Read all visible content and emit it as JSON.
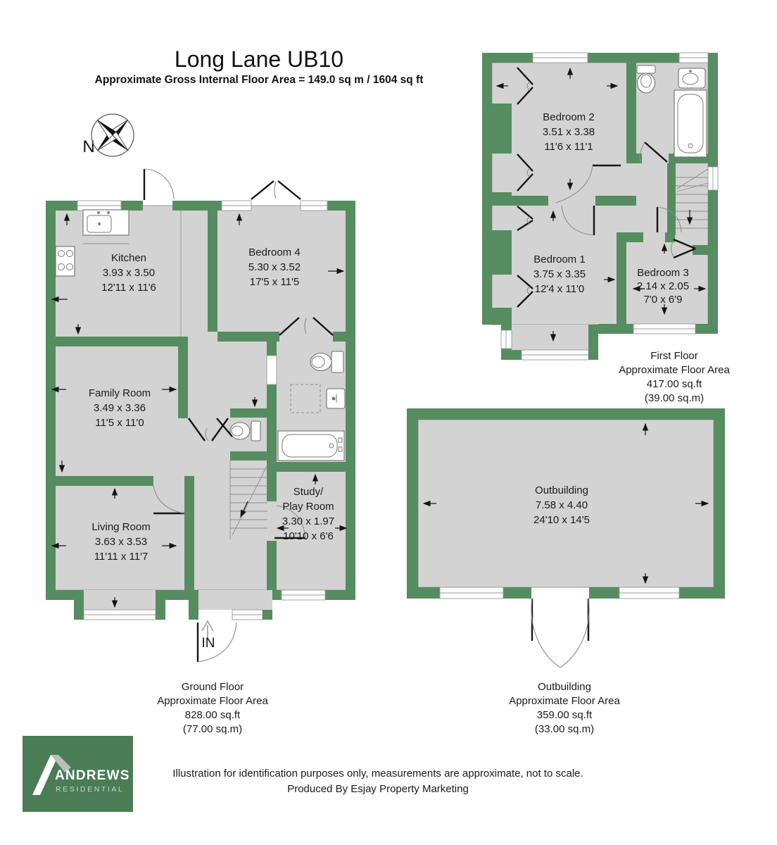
{
  "header": {
    "title": "Long Lane UB10",
    "subtitle": "Approximate Gross Internal Floor Area = 149.0 sq m / 1604 sq ft"
  },
  "compass": {
    "label": "N"
  },
  "ground_floor": {
    "entrance_label": "IN",
    "rooms": [
      {
        "name": "Kitchen",
        "metric": "3.93 x 3.50",
        "imperial": "12'11 x 11'6"
      },
      {
        "name": "Bedroom 4",
        "metric": "5.30 x 3.52",
        "imperial": "17'5 x 11'5"
      },
      {
        "name": "Family Room",
        "metric": "3.49 x 3.36",
        "imperial": "11'5 x 11'0"
      },
      {
        "name": "Living Room",
        "metric": "3.63 x 3.53",
        "imperial": "11'11 x 11'7"
      },
      {
        "name_line1": "Study/",
        "name_line2": "Play Room",
        "metric": "3.30 x 1.97",
        "imperial": "10'10 x 6'6"
      }
    ],
    "area_label": {
      "line1": "Ground Floor",
      "line2": "Approximate Floor Area",
      "line3": "828.00 sq.ft",
      "line4": "(77.00 sq.m)"
    }
  },
  "first_floor": {
    "rooms": [
      {
        "name": "Bedroom 2",
        "metric": "3.51 x 3.38",
        "imperial": "11'6 x 11'1"
      },
      {
        "name": "Bedroom 1",
        "metric": "3.75 x 3.35",
        "imperial": "12'4 x 11'0"
      },
      {
        "name": "Bedroom 3",
        "metric": "2.14 x 2.05",
        "imperial": "7'0 x 6'9"
      }
    ],
    "area_label": {
      "line1": "First Floor",
      "line2": "Approximate Floor Area",
      "line3": "417.00 sq.ft",
      "line4": "(39.00 sq.m)"
    }
  },
  "outbuilding": {
    "room": {
      "name": "Outbuilding",
      "metric": "7.58 x 4.40",
      "imperial": "24'10 x 14'5"
    },
    "area_label": {
      "line1": "Outbuilding",
      "line2": "Approximate Floor Area",
      "line3": "359.00 sq.ft",
      "line4": "(33.00 sq.m)"
    }
  },
  "logo": {
    "brand": "ANDREWS",
    "division": "RESIDENTIAL"
  },
  "footer": {
    "line1": "Illustration for identification purposes only, measurements are approximate, not to scale.",
    "line2": "Produced By Esjay Property Marketing"
  },
  "colors": {
    "wall_green": "#558D60",
    "floor_gray": "#D3D3D3",
    "logo_green": "#4A7D56"
  }
}
